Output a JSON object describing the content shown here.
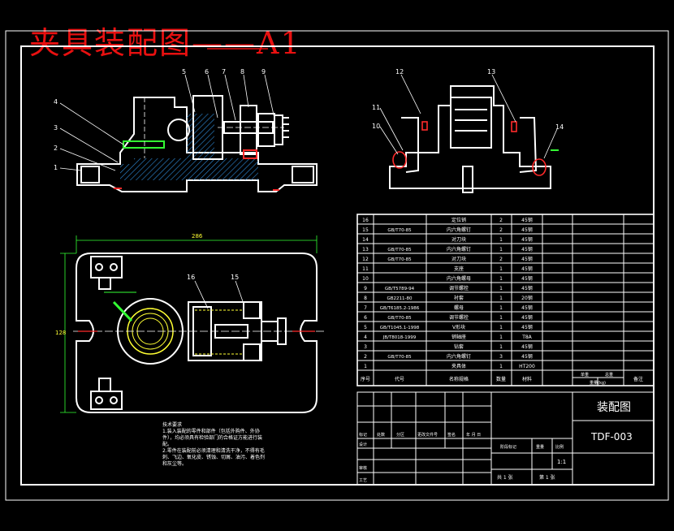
{
  "sheet": {
    "title": "夹具装配图——A1",
    "drawing_name": "装配图",
    "drawing_no": "TDF-003",
    "scale": "1:1",
    "sheet_count": "共 1 张",
    "sheet_no": "第 1 张",
    "title_block_labels": [
      "标记",
      "处数",
      "分区",
      "更改文件号",
      "签名",
      "年 月 日",
      "设计",
      "审核",
      "工艺",
      "阶段标记",
      "重量",
      "比例"
    ],
    "mass_label": "单重",
    "total_label": "总重",
    "weight_label": "重量(kg)"
  },
  "bom": {
    "headers": {
      "no": "序号",
      "code": "代号",
      "name": "名称规格",
      "qty": "数量",
      "material": "材料",
      "remark": "备注"
    },
    "rows": [
      {
        "no": "16",
        "code": "",
        "name": "定位销",
        "qty": "2",
        "material": "45钢"
      },
      {
        "no": "15",
        "code": "GB/T70-85",
        "name": "内六角螺钉",
        "qty": "2",
        "material": "45钢"
      },
      {
        "no": "14",
        "code": "",
        "name": "对刀块",
        "qty": "1",
        "material": "45钢"
      },
      {
        "no": "13",
        "code": "GB/T70-85",
        "name": "内六角螺钉",
        "qty": "1",
        "material": "45钢"
      },
      {
        "no": "12",
        "code": "GB/T70-85",
        "name": "对刀块",
        "qty": "2",
        "material": "45钢"
      },
      {
        "no": "11",
        "code": "",
        "name": "支座",
        "qty": "1",
        "material": "45钢"
      },
      {
        "no": "10",
        "code": "",
        "name": "内六角螺母",
        "qty": "1",
        "material": "45钢"
      },
      {
        "no": "9",
        "code": "GB/T5789-94",
        "name": "调节螺栓",
        "qty": "1",
        "material": "45钢"
      },
      {
        "no": "8",
        "code": "GB2211-80",
        "name": "衬套",
        "qty": "1",
        "material": "20钢"
      },
      {
        "no": "7",
        "code": "GB/T6185.2-1986",
        "name": "螺母",
        "qty": "1",
        "material": "45钢"
      },
      {
        "no": "6",
        "code": "GB/T70-85",
        "name": "调节螺栓",
        "qty": "1",
        "material": "45钢"
      },
      {
        "no": "5",
        "code": "GB/T1045.1-1998",
        "name": "V形块",
        "qty": "1",
        "material": "45钢"
      },
      {
        "no": "4",
        "code": "JB/T8018-1999",
        "name": "销轴座",
        "qty": "1",
        "material": "T8A"
      },
      {
        "no": "3",
        "code": "",
        "name": "钻套",
        "qty": "1",
        "material": "45钢"
      },
      {
        "no": "2",
        "code": "GB/T70-85",
        "name": "内六角螺钉",
        "qty": "3",
        "material": "45钢"
      },
      {
        "no": "1",
        "code": "",
        "name": "夹具体",
        "qty": "1",
        "material": "HT200"
      }
    ]
  },
  "callouts": {
    "front": [
      "1",
      "2",
      "3",
      "4",
      "5",
      "6",
      "7",
      "8",
      "9"
    ],
    "side": [
      "10",
      "11",
      "12",
      "13",
      "14"
    ],
    "plan": [
      "16",
      "15"
    ]
  },
  "dimensions": {
    "plan_width": "286",
    "plan_height": "128"
  },
  "notes": {
    "title": "技术要求",
    "lines": [
      "1.装入装配的零件和部件（包括外购件、外协件），均必须具有检验部门的合格证方能进行装配。",
      "2.零件在装配前必须清理和清洗干净，不得有毛刺、飞边、氧化皮、锈蚀、切屑、油污、着色剂和灰尘等。"
    ]
  },
  "colors": {
    "title": "#e81010",
    "lines": "#ffffff",
    "yellow": "#ffff33",
    "green": "#33ff33",
    "hatch": "#2e8bd8",
    "red": "#ff2a2a"
  }
}
